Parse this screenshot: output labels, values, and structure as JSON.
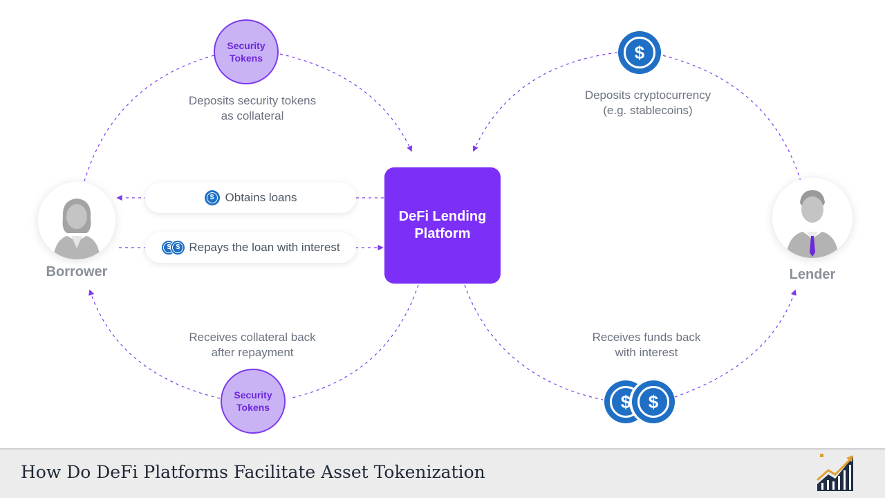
{
  "diagram": {
    "platform": {
      "line1": "DeFi Lending",
      "line2": "Platform"
    },
    "top_left_token": {
      "line1": "Security",
      "line2": "Tokens"
    },
    "bottom_left_token": {
      "line1": "Security",
      "line2": "Tokens"
    },
    "deposit_collateral": {
      "line1": "Deposits security tokens",
      "line2": "as collateral"
    },
    "deposit_crypto": {
      "line1": "Deposits cryptocurrency",
      "line2": "(e.g. stablecoins)"
    },
    "receive_collateral": {
      "line1": "Receives collateral back",
      "line2": "after repayment"
    },
    "receive_funds": {
      "line1": "Receives funds back",
      "line2": "with interest"
    },
    "obtain_loans": "Obtains loans",
    "repay_loan": "Repays the loan with interest",
    "borrower": "Borrower",
    "lender": "Lender",
    "coin_symbol": "$"
  },
  "colors": {
    "platform": "#7b2ff7",
    "token_fill": "#c9b3f5",
    "token_border": "#7c3aed",
    "arrow": "#7c3aed",
    "coin": "#1f6fc5"
  },
  "icons": [
    "dollar-coin-icon",
    "double-dollar-coin-icon",
    "borrower-avatar-icon",
    "lender-avatar-icon",
    "chart-logo-icon"
  ],
  "footer": {
    "title": "How Do DeFi Platforms Facilitate Asset Tokenization"
  }
}
